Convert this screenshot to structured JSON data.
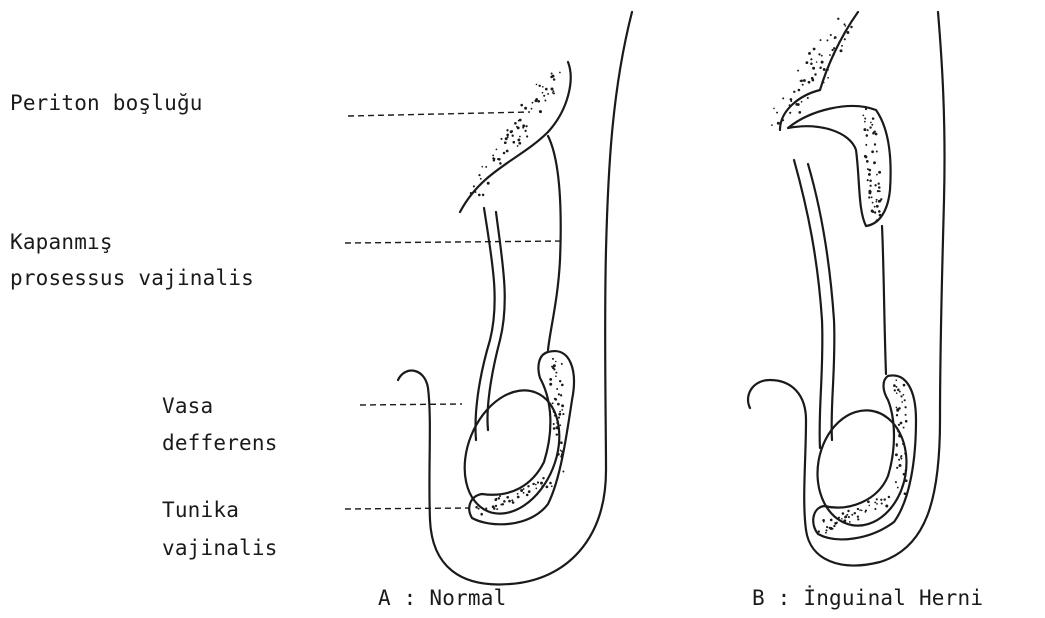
{
  "labels": {
    "periton": "Periton boşluğu",
    "kapanmis_1": "Kapanmış",
    "kapanmis_2": "prosessus vajinalis",
    "vasa_1": "Vasa",
    "vasa_2": "defferens",
    "tunika_1": "Tunika",
    "tunika_2": "vajinalis"
  },
  "captions": {
    "a": "A : Normal",
    "b": "B : İnguinal Herni"
  }
}
